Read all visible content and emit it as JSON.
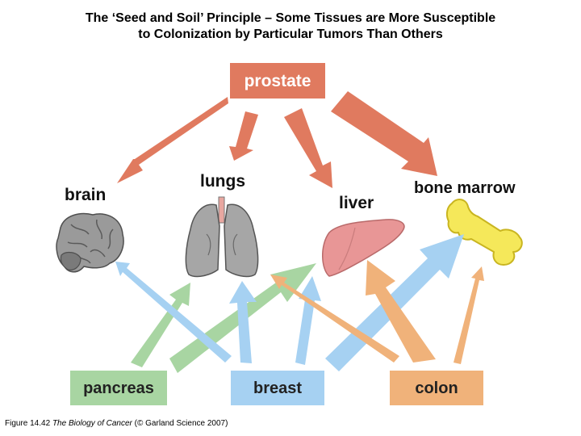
{
  "title": {
    "line1": "The ‘Seed and Soil’ Principle – Some Tissues are More Susceptible",
    "line2": "to Colonization by Particular Tumors Than Others"
  },
  "sources": {
    "prostate": "prostate",
    "pancreas": "pancreas",
    "breast": "breast",
    "colon": "colon"
  },
  "targets": {
    "brain": "brain",
    "lungs": "lungs",
    "liver": "liver",
    "bone_marrow": "bone marrow"
  },
  "icons": [
    "brain-icon",
    "lungs-icon",
    "liver-icon",
    "bone-icon"
  ],
  "colors": {
    "prostate": "#e07a5f",
    "pancreas": "#a8d5a2",
    "breast": "#a6d1f2",
    "colon": "#f0b27a"
  },
  "caption": {
    "figure": "Figure 14.42",
    "book": "The Biology of Cancer",
    "credit": "(© Garland Science 2007)"
  }
}
